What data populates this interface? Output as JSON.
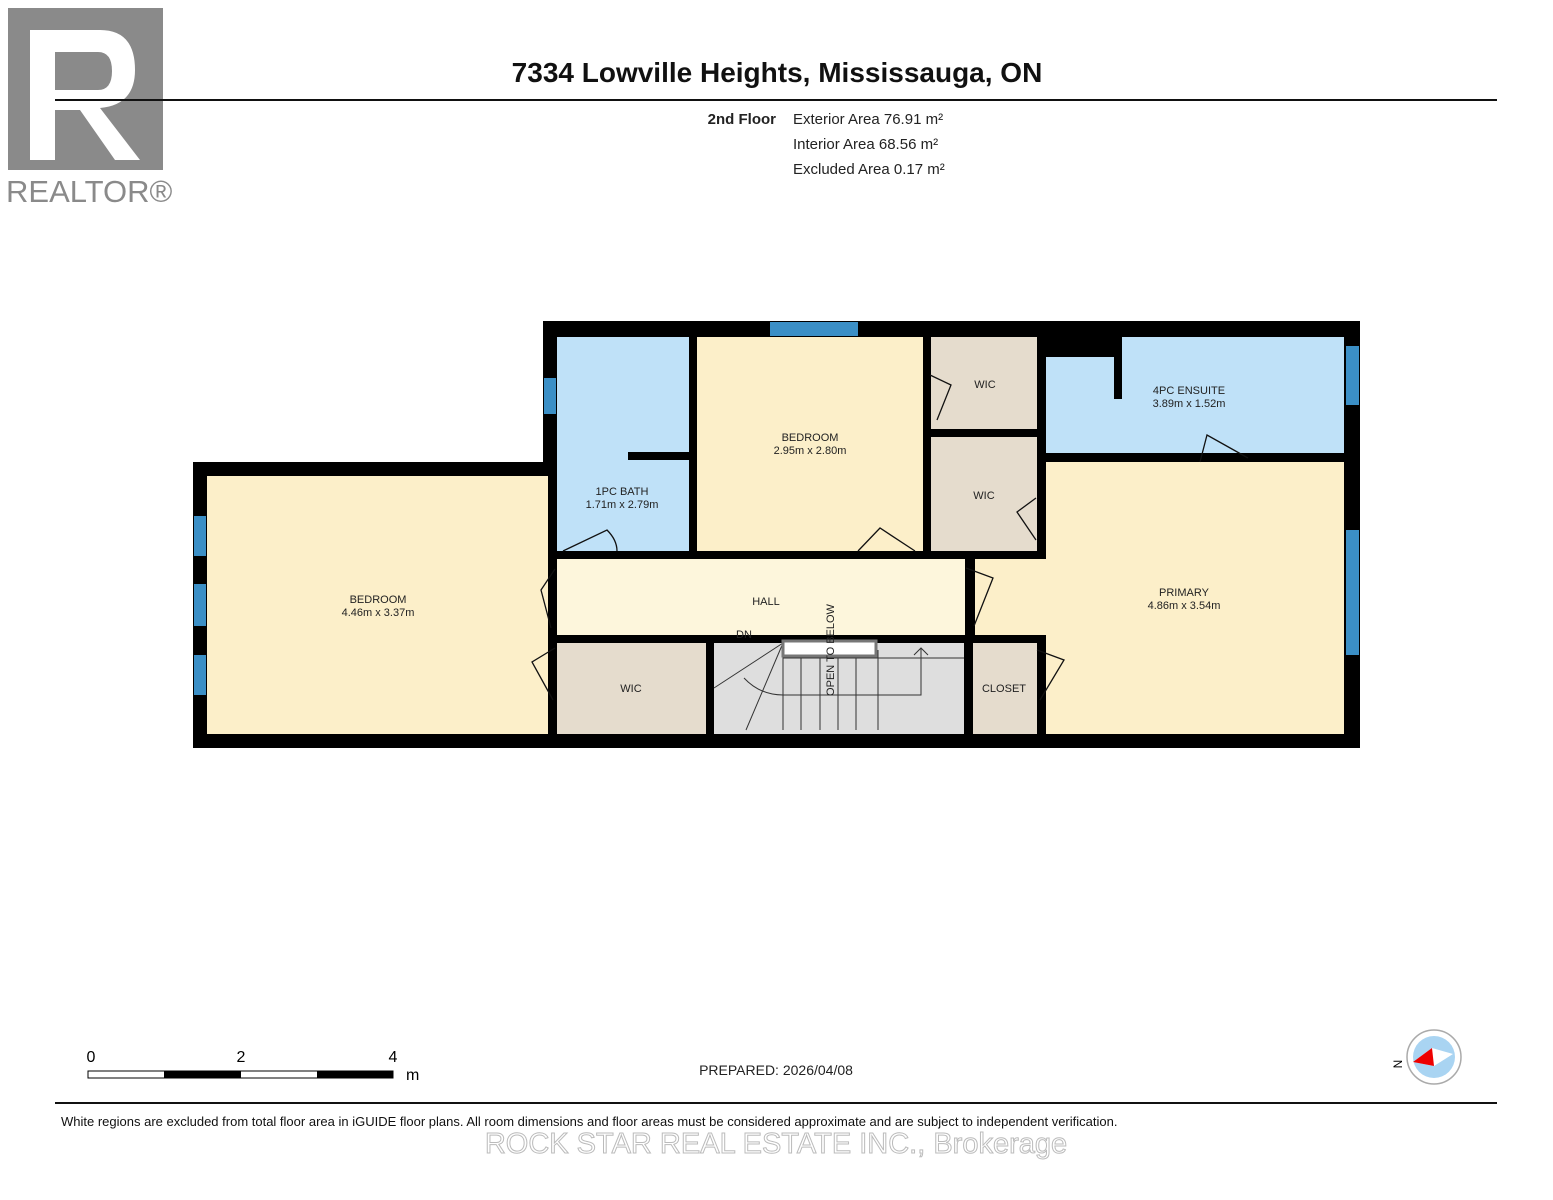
{
  "logo": {
    "text": "REALTOR®"
  },
  "header": {
    "title": "7334 Lowville Heights, Mississauga, ON"
  },
  "floor": {
    "name": "2nd Floor",
    "exterior_area": "Exterior Area 76.91 m²",
    "interior_area": "Interior Area 68.56 m²",
    "excluded_area": "Excluded Area 0.17 m²"
  },
  "rooms": {
    "bath": {
      "name": "1PC BATH",
      "dims": "1.71m x 2.79m"
    },
    "bedroom2": {
      "name": "BEDROOM",
      "dims": "2.95m x 2.80m"
    },
    "wic_top": {
      "name": "WIC"
    },
    "wic_mid": {
      "name": "WIC"
    },
    "ensuite": {
      "name": "4PC ENSUITE",
      "dims": "3.89m x 1.52m"
    },
    "bedroom1": {
      "name": "BEDROOM",
      "dims": "4.46m x 3.37m"
    },
    "hall": {
      "name": "HALL"
    },
    "dn": "DN",
    "open_below": "OPEN TO BELOW",
    "wic_bottom": {
      "name": "WIC"
    },
    "closet": {
      "name": "CLOSET"
    },
    "primary": {
      "name": "PRIMARY",
      "dims": "4.86m x 3.54m"
    }
  },
  "colors": {
    "wall": "#000000",
    "bedroom": "#fcefc9",
    "hall": "#fdf6dc",
    "bath": "#bfe1f8",
    "closet": "#e5dccd",
    "stairs": "#dedede",
    "window": "#3b8fc6"
  },
  "scale": {
    "ticks": [
      "0",
      "2",
      "4"
    ],
    "unit": "m"
  },
  "prepared": "PREPARED: 2026/04/08",
  "compass": {
    "label": "N"
  },
  "footer": {
    "disclaimer": "White regions are excluded from total floor area in iGUIDE floor plans. All room dimensions and floor areas must be considered approximate and are subject to independent verification.",
    "watermark": "ROCK STAR REAL ESTATE INC., Brokerage"
  }
}
